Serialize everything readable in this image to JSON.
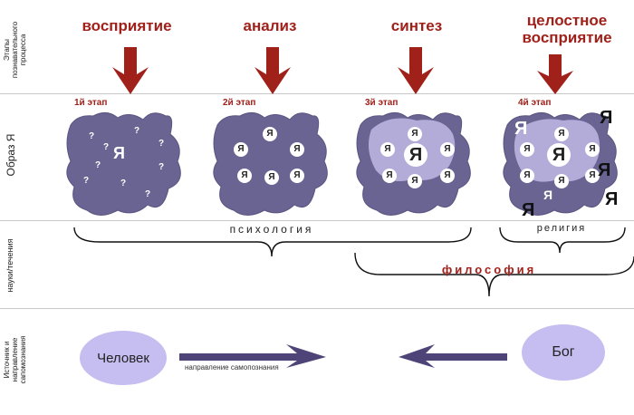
{
  "rows": {
    "stages_label": "Этапы\nпознавательного\nпроцесса",
    "image_label": "Образ Я",
    "science_label": "науки/течения",
    "source_label": "Источник и\nнаправление\nсапомознания"
  },
  "stages": [
    {
      "title": "восприятие",
      "label": "1й этап"
    },
    {
      "title": "анализ",
      "label": "2й этап"
    },
    {
      "title": "синтез",
      "label": "3й этап"
    },
    {
      "title": "целостное\nвосприятие",
      "label": "4й этап"
    }
  ],
  "symbols": {
    "ya": "Я",
    "question": "?"
  },
  "sciences": {
    "psychology": "психология",
    "religion": "религия",
    "philosophy": "философия"
  },
  "source": {
    "human": "Человек",
    "god": "Бог",
    "direction": "направление самопознания"
  },
  "colors": {
    "arrow": "#a0201a",
    "blob": "#6a6493",
    "inner": "#b3acd8",
    "ellipse": "#c6bdf0"
  }
}
